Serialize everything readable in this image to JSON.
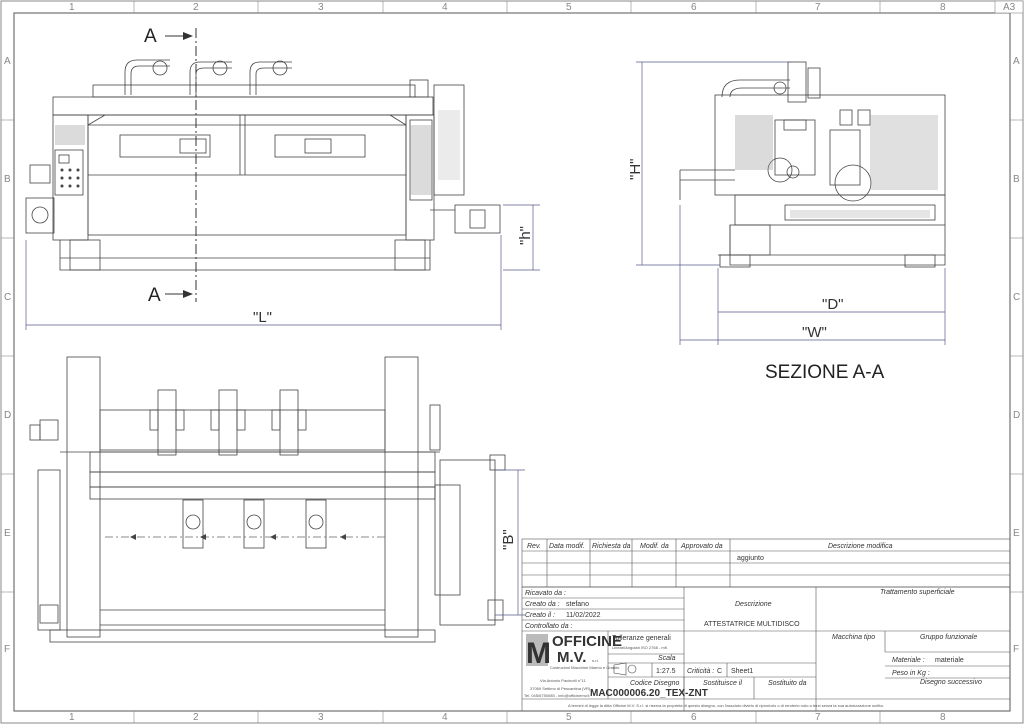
{
  "sheet": {
    "size": "A3",
    "columns": [
      "1",
      "2",
      "3",
      "4",
      "5",
      "6",
      "7",
      "8"
    ],
    "rows": [
      "A",
      "B",
      "C",
      "D",
      "E",
      "F"
    ]
  },
  "dimensions": {
    "L": "\"L\"",
    "h": "\"h\"",
    "H": "\"H\"",
    "D": "\"D\"",
    "W": "\"W\"",
    "B": "\"B\""
  },
  "section": {
    "mark": "A",
    "title": "SEZIONE A-A"
  },
  "revision_table": {
    "headers": [
      "Rev.",
      "Data modif.",
      "Richiesta da",
      "Modif. da",
      "Approvato da",
      "Descrizione modifica"
    ],
    "row": [
      "",
      "",
      "",
      "",
      "",
      "aggiunto"
    ]
  },
  "title_block": {
    "ricavato_da": "Ricavato da :",
    "creato_da_label": "Creato da :",
    "creato_da": "stefano",
    "creato_il_label": "Creato il :",
    "creato_il": "11/02/2022",
    "controllato_da": "Controllato da :",
    "descrizione_label": "Descrizione",
    "descrizione": "ATTESTATRICE MULTIDISCO",
    "trattamento": "Trattamento superficiale",
    "tolleranze": "Tolleranze generali",
    "tolleranze_note": "Lineari/Angolari ISO 2768 - mK",
    "scala_label": "Scala",
    "scala": "1:27.5",
    "criticita_label": "Criticità :",
    "criticita": "C",
    "sheet": "Sheet1",
    "codice_label": "Codice Disegno",
    "codice": "MAC000006.20_TEX-ZNT",
    "sostituisce": "Sostituisce il",
    "sostituito": "Sostituito da",
    "macchina_tipo": "Macchina tipo",
    "gruppo": "Gruppo funzionale",
    "materiale_label": "Materiale :",
    "materiale": "materiale",
    "peso": "Peso in Kg :",
    "disegno_successivo": "Disegno successivo",
    "logo_m": "M",
    "logo_officine": "OFFICINE",
    "logo_mv": "M.V.",
    "logo_srl": "s.r.l.",
    "logo_tagline": "Costruzioni Macchine Marmo e Granito",
    "address_1": "Via Antonio Pacinotti n°11",
    "address_2": "37069 Settimo di Pescantina (VR)",
    "address_3": "Tel. 045/6750085 - info@officinemv.it",
    "footer_note": "A termini di legge la ditta Officine M.V. S.r.l. si riserva la proprietà di questo disegno, con l'assoluto divieto di riprodurlo o di renderlo noto a terzi senza la sua autorizzazione scritta."
  },
  "colors": {
    "line": "#444444",
    "frame": "#555555",
    "dim": "#5a5a8c"
  }
}
